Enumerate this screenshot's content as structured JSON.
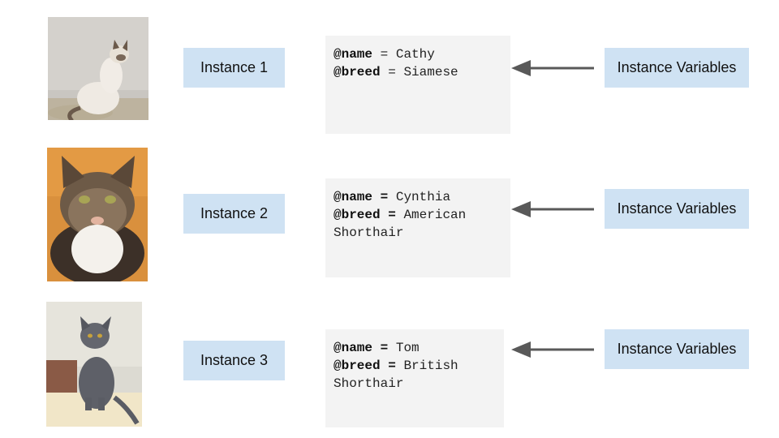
{
  "rows": [
    {
      "image": "siamese-cat-photo",
      "instance_label": "Instance 1",
      "name_key": "@name",
      "name_op": "=",
      "name_value": "Cathy",
      "breed_key": "@breed",
      "breed_op": "=",
      "breed_value": "Siamese",
      "breed_value_cont": "",
      "vars_label": "Instance Variables"
    },
    {
      "image": "tabby-cat-photo",
      "instance_label": "Instance 2",
      "name_key": "@name",
      "name_op": "=",
      "name_value": "Cynthia",
      "breed_key": "@breed",
      "breed_op": "=",
      "breed_value": "American",
      "breed_value_cont": "Shorthair",
      "vars_label": "Instance Variables"
    },
    {
      "image": "grey-cat-photo",
      "instance_label": "Instance 3",
      "name_key": "@name",
      "name_op": "=",
      "name_value": "Tom",
      "breed_key": "@breed",
      "breed_op": "=",
      "breed_value": "British",
      "breed_value_cont": "Shorthair",
      "vars_label": "Instance Variables"
    }
  ],
  "colors": {
    "label_bg": "#cfe2f3",
    "code_bg": "#f3f3f3",
    "arrow": "#595959"
  }
}
